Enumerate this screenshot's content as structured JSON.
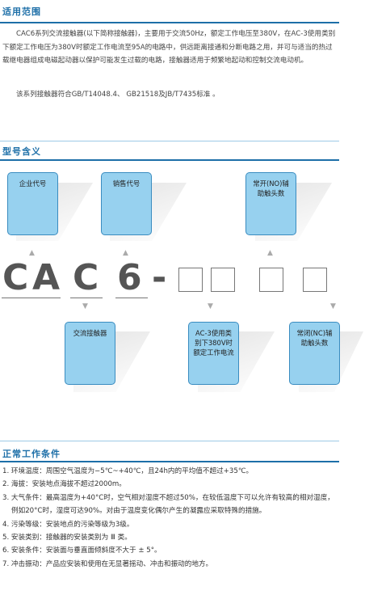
{
  "section1": {
    "title": "适用范围",
    "para1": "CAC6系列交流接触器(以下简称接触器)，主要用于交流50Hz，额定工作电压至380V，在AC-3使用类别下额定工作电压为380V时额定工作电流至95A的电路中，供远距离接通和分断电路之用，并可与适当的热过载继电器组成电磁起动器以保护可能发生过载的电路，接触器适用于频繁地起动和控制交流电动机。",
    "para2": "该系列接触器符合GB/T14048.4、 GB21518及JB/T7435标准 。"
  },
  "section2": {
    "title": "型号含义",
    "letters": [
      "C",
      "A",
      "C",
      "6",
      "-"
    ],
    "top_boxes": [
      "企业代号",
      "销售代号",
      "常开(NO)辅助触头数"
    ],
    "bottom_boxes": [
      "交流接触器",
      "AC-3使用类别下380V时额定工作电流",
      "常闭(NC)辅助触头数"
    ]
  },
  "section3": {
    "title": "正常工作条件",
    "items": [
      "1. 环境温度：周围空气温度为−5℃~+40℃，且24h内的平均值不超过+35℃。",
      "2. 海拔：安装地点海拔不超过2000m。",
      "3. 大气条件：最高温度为+40°C时，空气相对湿度不超过50%，在较低温度下可以允许有较高的相对湿度，例如20°C时，湿度可达90%。对由于温度变化偶尔产生的凝露应采取特殊的措施。",
      "4. 污染等级：安装地点的污染等级为3级。",
      "5. 安装类别：接触器的安装类别为 Ⅲ 类。",
      "6. 安装条件：安装面与垂直面倾斜度不大于 ± 5°。",
      "7. 冲击振动：产品应安装和使用在无显著摇动、冲击和振动的地方。"
    ]
  },
  "colors": {
    "accent": "#1d6fa8",
    "box_fill": "#97d1ef",
    "box_border": "#3a8cc0"
  }
}
